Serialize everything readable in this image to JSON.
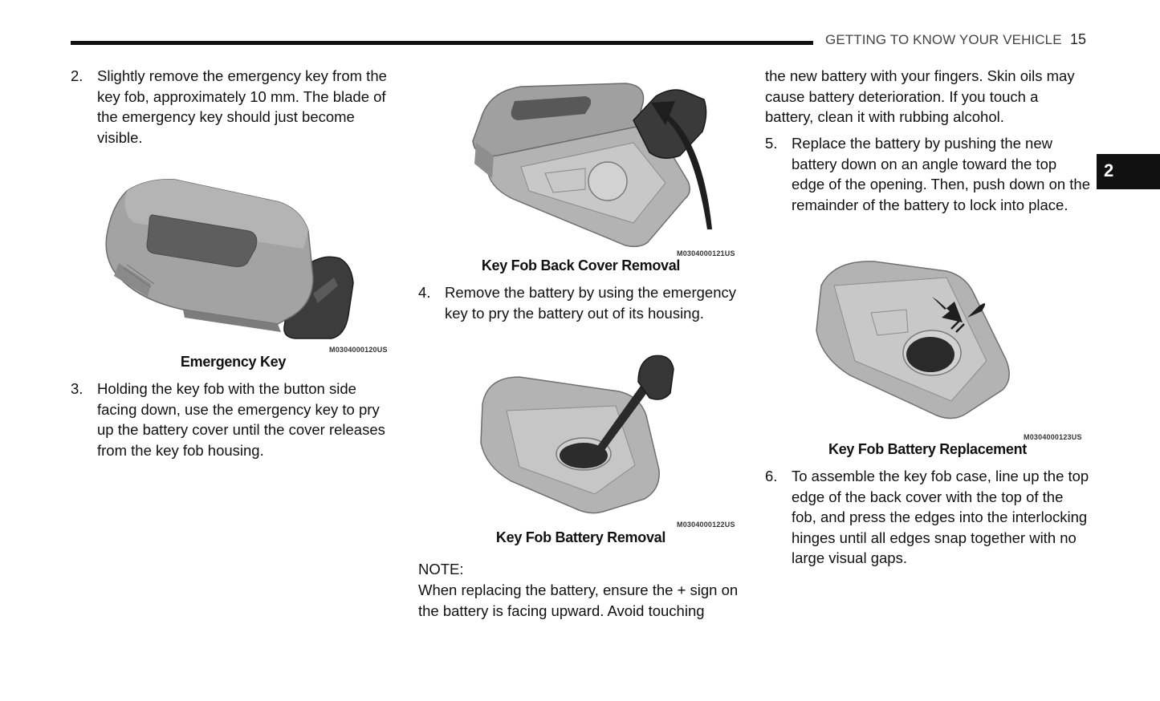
{
  "header": {
    "title": "GETTING TO KNOW YOUR VEHICLE",
    "page_number": "15",
    "chapter_tab": "2"
  },
  "steps": {
    "s2": {
      "num": "2.",
      "text": "Slightly remove the emergency key from the key fob, approximately 10 mm. The blade of the emergency key should just become visible."
    },
    "s3": {
      "num": "3.",
      "text": "Holding the key fob with the button side facing down, use the emergency key to pry up the battery cover until the cover releases from the key fob housing."
    },
    "s4": {
      "num": "4.",
      "text": "Remove the battery by using the emergency key to pry the battery out of its housing."
    },
    "s5": {
      "num": "5.",
      "text": "Replace the battery by pushing the new battery down on an angle toward the top edge of the opening. Then, push down on the remainder of the battery to lock into place."
    },
    "s6": {
      "num": "6.",
      "text": "To assemble the key fob case, line up the top edge of the back cover with the top of the fob, and press the edges into the interlocking hinges until all edges snap together with no large visual gaps."
    }
  },
  "figures": {
    "f120": {
      "caption": "Emergency Key",
      "code": "M0304000120US"
    },
    "f121": {
      "caption": "Key Fob Back Cover Removal",
      "code": "M0304000121US"
    },
    "f122": {
      "caption": "Key Fob Battery Removal",
      "code": "M0304000122US"
    },
    "f123": {
      "caption": "Key Fob Battery Replacement",
      "code": "M0304000123US"
    }
  },
  "note": {
    "label": "NOTE:",
    "text": "When replacing the battery, ensure the + sign on the battery is facing upward. Avoid touching",
    "continuation": "the new battery with your fingers. Skin oils may cause battery deterioration. If you touch a battery, clean it with rubbing alcohol."
  },
  "colors": {
    "tab_bg": "#111111",
    "fob_body": "#a3a3a3",
    "fob_dark": "#3c3c3c"
  }
}
